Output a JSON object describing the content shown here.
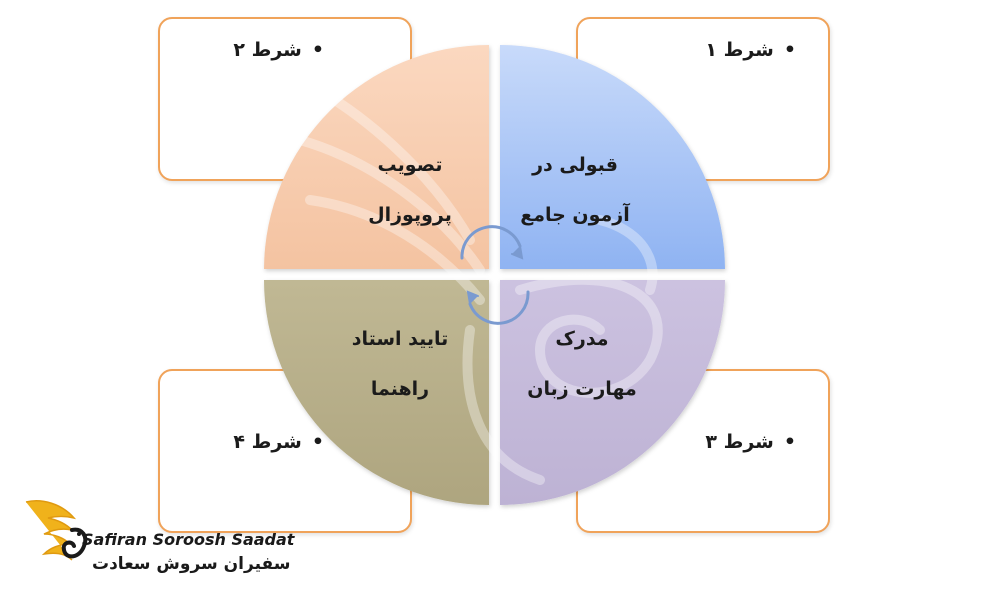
{
  "conditions": [
    {
      "id": "1",
      "label": "شرط ۱"
    },
    {
      "id": "2",
      "label": "شرط ۲"
    },
    {
      "id": "3",
      "label": "شرط ۳"
    },
    {
      "id": "4",
      "label": "شرط ۴"
    }
  ],
  "quadrants": [
    {
      "position": "top-right",
      "lines": [
        "قبولی در",
        "آزمون جامع"
      ],
      "color": "#9fbff5"
    },
    {
      "position": "top-left",
      "lines": [
        "تصویب",
        "پروپوزال"
      ],
      "color": "#f7c9a9"
    },
    {
      "position": "bottom-right",
      "lines": [
        "مدرک",
        "مهارت زبان"
      ],
      "color": "#c3b8d8"
    },
    {
      "position": "bottom-left",
      "lines": [
        "تایید استاد",
        "راهنما"
      ],
      "color": "#b7ae8a"
    }
  ],
  "colors": {
    "box_border": "#f0a35a",
    "arrows": "#7a9ad0",
    "logo_wing": "#f0b21b"
  },
  "logo": {
    "name_en": "Safiran Soroosh Saadat",
    "name_fa": "سفیران سروش سعادت"
  }
}
